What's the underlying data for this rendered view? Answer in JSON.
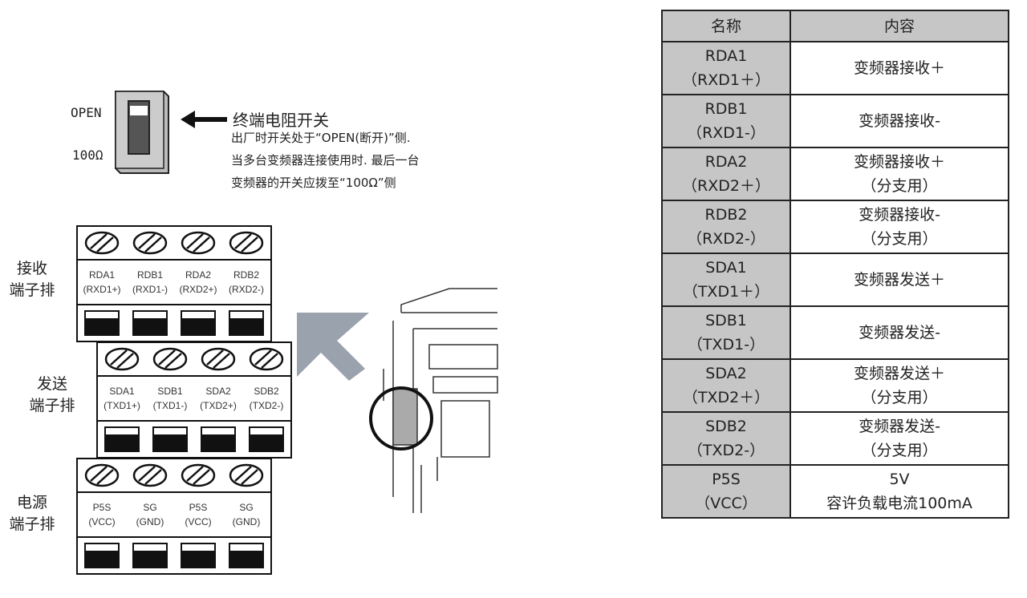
{
  "switch": {
    "open_label": "OPEN",
    "ohm_label": "100Ω",
    "title": "终端电阻开关",
    "notes": [
      "出厂时开关处于“OPEN(断开)”侧.",
      "当多台变频器连接使用时. 最后一台",
      "变频器的开关应拨至“100Ω”侧"
    ]
  },
  "blocks": [
    {
      "name": [
        "接收",
        "端子排"
      ],
      "terminals": [
        [
          "RDA1",
          "(RXD1+)"
        ],
        [
          "RDB1",
          "(RXD1-)"
        ],
        [
          "RDA2",
          "(RXD2+)"
        ],
        [
          "RDB2",
          "(RXD2-)"
        ]
      ]
    },
    {
      "name": [
        "发送",
        "端子排"
      ],
      "terminals": [
        [
          "SDA1",
          "(TXD1+)"
        ],
        [
          "SDB1",
          "(TXD1-)"
        ],
        [
          "SDA2",
          "(TXD2+)"
        ],
        [
          "SDB2",
          "(TXD2-)"
        ]
      ]
    },
    {
      "name": [
        "电源",
        "端子排"
      ],
      "terminals": [
        [
          "P5S",
          "(VCC)"
        ],
        [
          "SG",
          "(GND)"
        ],
        [
          "P5S",
          "(VCC)"
        ],
        [
          "SG",
          "(GND)"
        ]
      ]
    }
  ],
  "table": {
    "headers": [
      "名称",
      "内容"
    ],
    "rows": [
      {
        "name": [
          "RDA1",
          "（RXD1＋）"
        ],
        "content": [
          "变频器接收＋"
        ]
      },
      {
        "name": [
          "RDB1",
          "（RXD1-）"
        ],
        "content": [
          "变频器接收-"
        ]
      },
      {
        "name": [
          "RDA2",
          "（RXD2＋）"
        ],
        "content": [
          "变频器接收＋",
          "（分支用）"
        ]
      },
      {
        "name": [
          "RDB2",
          "（RXD2-）"
        ],
        "content": [
          "变频器接收-",
          "（分支用）"
        ]
      },
      {
        "name": [
          "SDA1",
          "（TXD1＋）"
        ],
        "content": [
          "变频器发送＋"
        ]
      },
      {
        "name": [
          "SDB1",
          "（TXD1-）"
        ],
        "content": [
          "变频器发送-"
        ]
      },
      {
        "name": [
          "SDA2",
          "（TXD2＋）"
        ],
        "content": [
          "变频器发送＋",
          "（分支用）"
        ]
      },
      {
        "name": [
          "SDB2",
          "（TXD2-）"
        ],
        "content": [
          "变频器发送-",
          "（分支用）"
        ]
      },
      {
        "name": [
          "P5S",
          "（VCC）"
        ],
        "content": [
          "5V",
          "容许负载电流100mA"
        ]
      }
    ]
  }
}
